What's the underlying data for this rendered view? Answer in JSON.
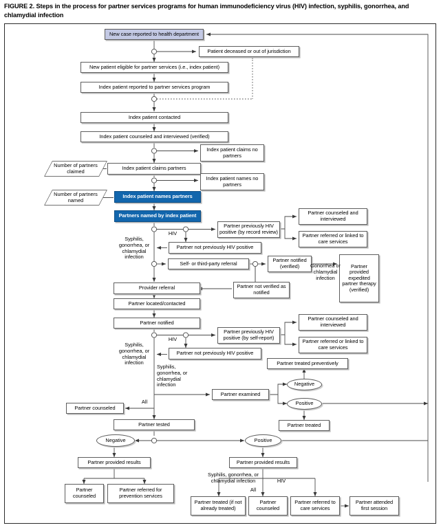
{
  "figure": {
    "caption": "FIGURE 2. Steps in the process for partner services programs for human immunodeficiency virus (HIV) infection, syphilis, gonorrhea, and chlamydial infection"
  },
  "colors": {
    "highlight_blue": "#1266ad",
    "lavender": "#c3c9e4",
    "node_border": "#5d5d5d",
    "frame_border": "#2a2a2a",
    "wire": "#4a4a4a"
  },
  "nodes": {
    "new_case": "New case reported to health department",
    "patient_deceased": "Patient deceased or out of jurisdiction",
    "new_patient_eligible": "New patient eligible for partner services (i.e., index patient)",
    "index_reported": "Index patient reported to partner services program",
    "index_contacted": "Index patient contacted",
    "index_counseled": "Index patient counseled and interviewed (verified)",
    "index_claims_no_partners": "Index patient claims no partners",
    "index_claims_partners": "Index patient claims partners",
    "index_names_no_partners": "Index patient names no partners",
    "index_names_partners": "Index patient names partners",
    "partners_named_by_index": "Partners named by index patient",
    "num_partners_claimed": "Number of partners claimed",
    "num_partners_named": "Number of partners named",
    "partner_prev_hiv_record": "Partner previously HIV positive (by record review)",
    "partner_counseled_interviewed_1": "Partner counseled and interviewed",
    "partner_referred_linked_1": "Partner referred or linked to care services",
    "partner_not_prev_hiv_1": "Partner not previously HIV positive",
    "self_or_third_party": "Self- or third-party referral",
    "partner_notified_verified": "Partner notified (verified)",
    "partner_expedited_therapy": "Partner provided expedited partner therapy (verified)",
    "partner_not_verified": "Partner not verified as notified",
    "provider_referral": "Provider referral",
    "partner_located": "Partner located/contacted",
    "partner_notified": "Partner notified",
    "partner_prev_hiv_self": "Partner previously HIV positive (by self-report)",
    "partner_counseled_interviewed_2": "Partner counseled and interviewed",
    "partner_referred_linked_2": "Partner referred or linked to care services",
    "partner_not_prev_hiv_2": "Partner not previously HIV positive",
    "partner_treated_preventively": "Partner treated preventively",
    "partner_examined": "Partner examined",
    "exam_negative": "Negative",
    "exam_positive": "Positive",
    "partner_treated": "Partner treated",
    "partner_counseled_left": "Partner counseled",
    "partner_tested": "Partner tested",
    "test_negative": "Negative",
    "test_positive": "Positive",
    "provided_results_neg": "Partner provided results",
    "provided_results_pos": "Partner provided results",
    "neg_partner_counseled": "Partner counseled",
    "neg_partner_referred_prevention": "Partner referred for prevention services",
    "pos_partner_treated": "Partner treated (if not already treated)",
    "pos_partner_counseled": "Partner counseled",
    "pos_partner_referred_care": "Partner referred to care services",
    "pos_partner_attended": "Partner attended first session"
  },
  "edge_labels": {
    "hiv_1": "HIV",
    "sgc_1": "Syphilis, gonorrhea, or chlamydial infection",
    "gono_chlam": "Gonorrhea or chlamydial infection",
    "hiv_2": "HIV",
    "sgc_2": "Syphilis, gonorrhea, or chlamydial infection",
    "sgc_3": "Syphilis, gonorrhea, or chlamydial infection",
    "all_1": "All",
    "sgc_bottom": "Syphilis, gonorrhea, or chlamydial infection",
    "hiv_bottom": "HIV",
    "all_bottom": "All"
  }
}
